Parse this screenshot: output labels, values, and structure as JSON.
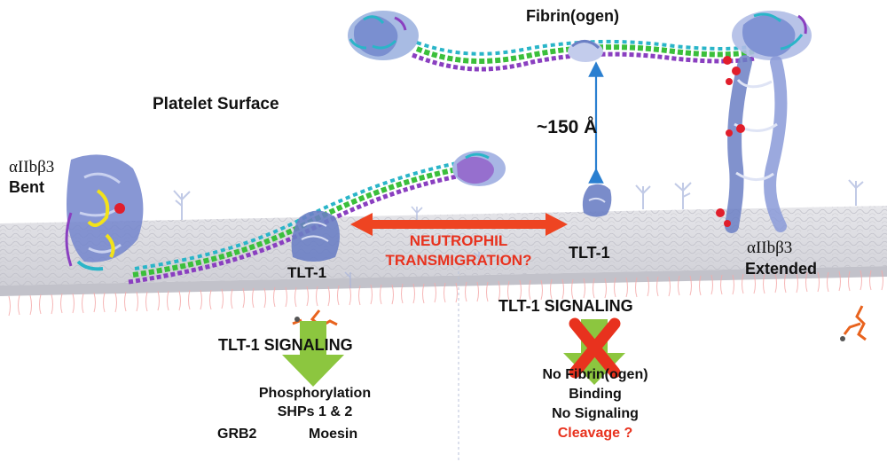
{
  "labels": {
    "fibrinogen": "Fibrin(ogen)",
    "platelet_surface": "Platelet Surface",
    "distance": "~150 Å",
    "integrin_bent_symbol": "αIIbβ3",
    "integrin_bent_state": "Bent",
    "integrin_ext_symbol": "αIIbβ3",
    "integrin_ext_state": "Extended",
    "tlt1_left": "TLT-1",
    "tlt1_right": "TLT-1",
    "neutrophil_line1": "NEUTROPHIL",
    "neutrophil_line2": "TRANSMIGRATION?",
    "signaling_left": "TLT-1 SIGNALING",
    "signaling_right": "TLT-1 SIGNALING"
  },
  "left_outcome": {
    "line1": "Phosphorylation",
    "line2": "SHPs 1 & 2",
    "line3a": "GRB2",
    "line3b": "Moesin"
  },
  "right_outcome": {
    "line1": "No Fibrin(ogen)",
    "line2": "Binding",
    "line3": "No Signaling",
    "line4": "Cleavage ?"
  },
  "colors": {
    "membrane": "#d9d9de",
    "lipid_tails": "#f4a9a9",
    "protein_blue": "#6b7fc4",
    "helix_green": "#3bbf3b",
    "helix_purple": "#8a3fc0",
    "helix_cyan": "#2ab5c8",
    "arrow_red": "#ee4422",
    "arrow_green": "#8cc63f",
    "distance_arrow": "#2a7fd0",
    "x_red": "#e8321e"
  }
}
